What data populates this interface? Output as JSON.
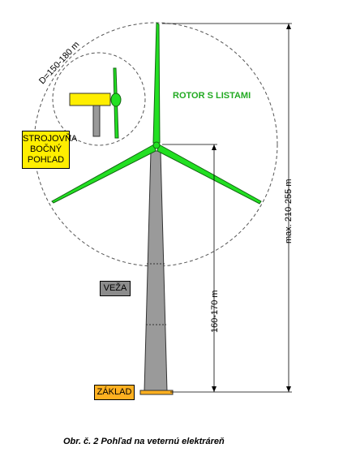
{
  "labels": {
    "diameter": "D=150-180 m",
    "max_height": "max. 210-255 m",
    "hub_height": "160-170 m",
    "rotor": "ROTOR S LISTAMI",
    "nacelle_lines": [
      "STROJOVŇA",
      "BOČNÝ",
      "POHĽAD"
    ],
    "tower": "VEŽA",
    "foundation": "ZÁKLAD"
  },
  "caption": "Obr. č. 2  Pohľad na veternú  elektráreň",
  "colors": {
    "blade_green": "#22e022",
    "tower_gray": "#9a9a9a",
    "nacelle_yellow": "#ffee00",
    "foundation_orange": "#ffb020",
    "rotor_label": "#22aa22"
  }
}
